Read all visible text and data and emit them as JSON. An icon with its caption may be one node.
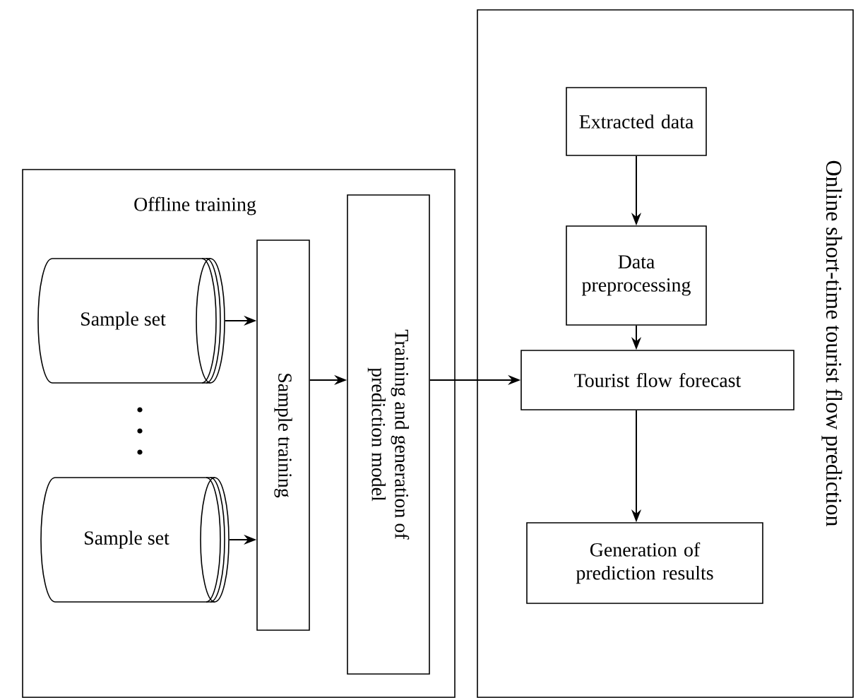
{
  "diagram": {
    "nodes": [
      {
        "text": [
          "Offline training"
        ]
      },
      {
        "text": [
          "Sample set"
        ],
        "in": 0
      },
      {
        "text": [
          "Sample set"
        ],
        "in": 0
      },
      {
        "text": [
          "Sample training"
        ],
        "in": 0
      },
      {
        "text": [
          "Training and generation of prediction model"
        ],
        "in": 0
      },
      {
        "text": [
          "Online short-time tourist flow prediction"
        ]
      },
      {
        "text": [
          "Extracted data"
        ],
        "in": 5
      },
      {
        "text": [
          "Data preprocessing"
        ],
        "in": 5
      },
      {
        "text": [
          "Tourist flow forecast"
        ],
        "in": 5
      },
      {
        "text": [
          "Generation of prediction results"
        ],
        "in": 5
      }
    ],
    "edges": [
      {
        "from": 1,
        "to": 3,
        "arrow": "to"
      },
      {
        "from": 2,
        "to": 3,
        "arrow": "to"
      },
      {
        "from": 3,
        "to": 4,
        "arrow": "to"
      },
      {
        "from": 4,
        "to": 8,
        "arrow": "to"
      },
      {
        "from": 6,
        "to": 7,
        "arrow": "to"
      },
      {
        "from": 7,
        "to": 8,
        "arrow": "to"
      },
      {
        "from": 8,
        "to": 9,
        "arrow": "to"
      }
    ]
  }
}
